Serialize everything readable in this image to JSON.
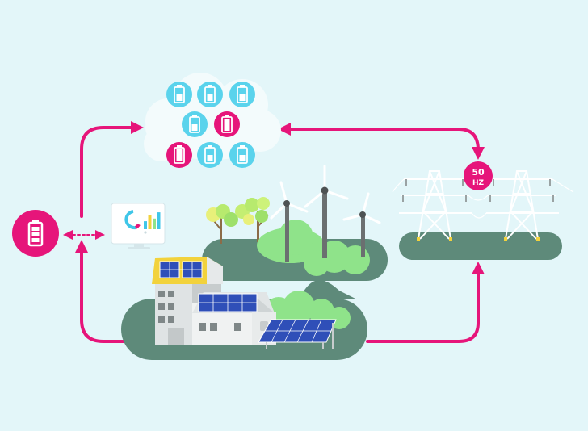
{
  "grid": {
    "frequency_label": "50",
    "frequency_unit": "HZ"
  },
  "battery_cloud": {
    "cells": [
      {
        "color": "cyan"
      },
      {
        "color": "cyan"
      },
      {
        "color": "cyan"
      },
      {
        "color": "cyan"
      },
      {
        "color": "magenta"
      },
      {
        "color": "magenta"
      },
      {
        "color": "cyan"
      },
      {
        "color": "cyan"
      }
    ]
  },
  "monitor": {
    "bar_levels": [
      0.45,
      0.8,
      0.6,
      0.95
    ]
  },
  "colors": {
    "background": "#e3f6f9",
    "flow_arrow": "#e6157a",
    "ground": "#5e8a7a",
    "battery_cyan": "#5ad3ec",
    "battery_magenta": "#e6157a",
    "foliage": "#8fe38a",
    "solar_panel": "#2f4fb8",
    "roof_yellow": "#f2d23c"
  },
  "icons": [
    "battery-icon",
    "cloud-icon",
    "monitor-icon",
    "wind-turbine-icon",
    "transmission-tower-icon",
    "solar-panel-icon",
    "house-icon",
    "tree-icon"
  ]
}
